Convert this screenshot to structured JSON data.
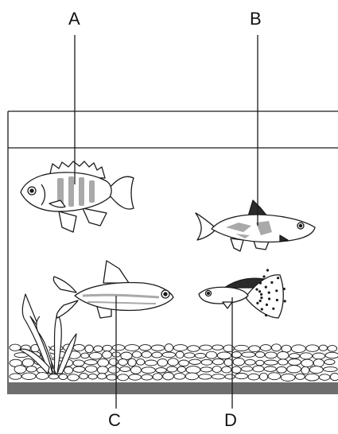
{
  "labels": {
    "a": "A",
    "b": "B",
    "c": "C",
    "d": "D"
  },
  "colors": {
    "line": "#1a1a1a",
    "fish_marking": "#a9a9a9",
    "tank_base": "#6e6e6e",
    "background": "#ffffff"
  },
  "icons": [
    "fish-a-icon",
    "fish-b-icon",
    "fish-c-icon",
    "fish-d-icon",
    "aquarium-plant-icon",
    "pebbles-icon"
  ]
}
